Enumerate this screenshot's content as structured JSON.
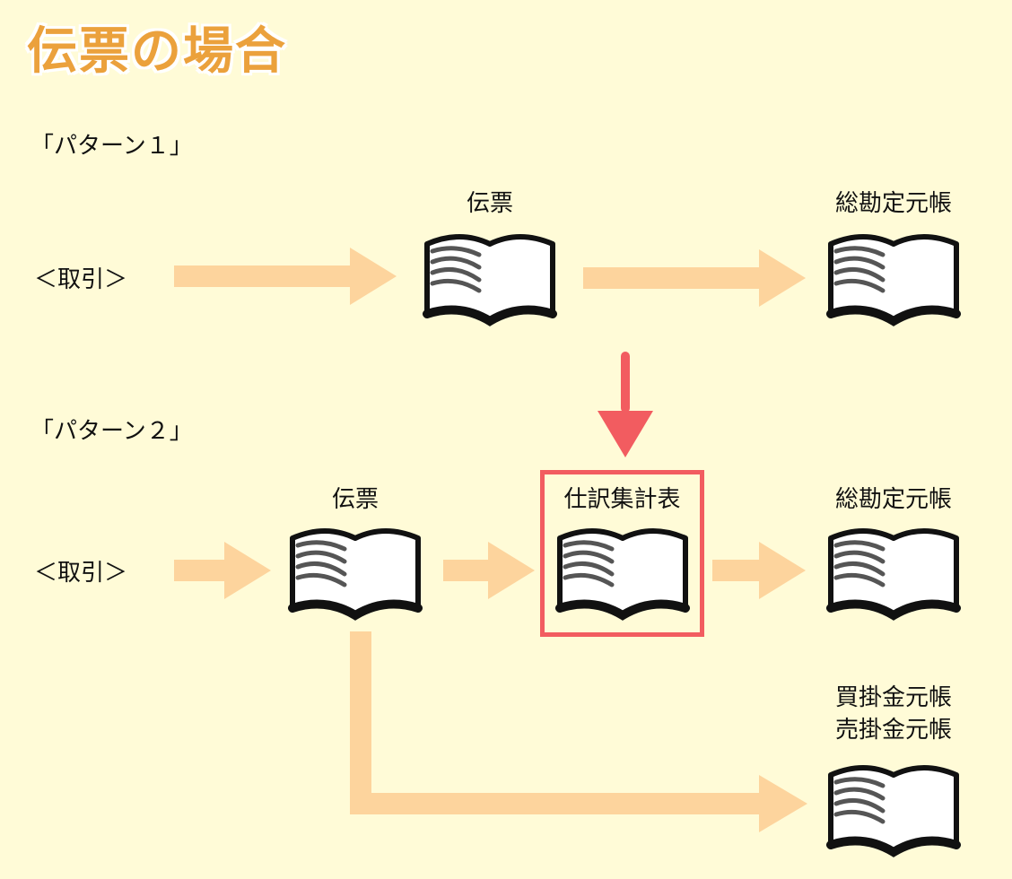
{
  "title": "伝票の場合",
  "pattern1": {
    "label": "「パターン１」",
    "transaction": "＜取引＞",
    "slip": "伝票",
    "general_ledger": "総勘定元帳"
  },
  "pattern2": {
    "label": "「パターン２」",
    "transaction": "＜取引＞",
    "slip": "伝票",
    "journal_summary": "仕訳集計表",
    "general_ledger": "総勘定元帳",
    "subledger_line1": "買掛金元帳",
    "subledger_line2": "売掛金元帳"
  },
  "colors": {
    "title": "#eba13c",
    "flow_arrow": "#fdd49d",
    "highlight": "#f25c60",
    "background": "#fffbd7"
  }
}
